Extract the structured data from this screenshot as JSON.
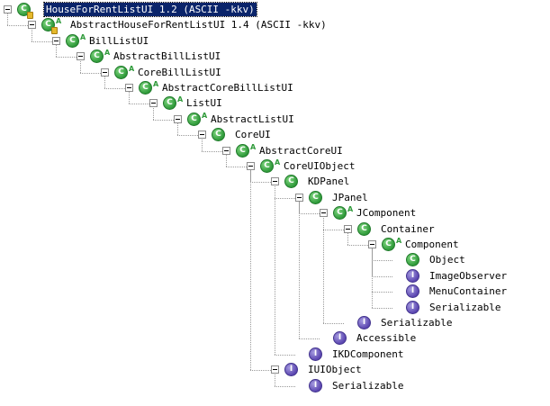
{
  "tree": {
    "nodes": [
      {
        "label": "HouseForRentListUI  1.2  (ASCII -kkv)",
        "kind": "class",
        "abstract": false,
        "final": true,
        "expanded": true,
        "selected": true,
        "depth": 0
      },
      {
        "label": "AbstractHouseForRentListUI  1.4  (ASCII -kkv)",
        "kind": "class",
        "abstract": true,
        "final": true,
        "expanded": true,
        "selected": false,
        "depth": 1
      },
      {
        "label": "BillListUI",
        "kind": "class",
        "abstract": true,
        "final": false,
        "expanded": true,
        "selected": false,
        "depth": 2
      },
      {
        "label": "AbstractBillListUI",
        "kind": "class",
        "abstract": true,
        "final": false,
        "expanded": true,
        "selected": false,
        "depth": 3
      },
      {
        "label": "CoreBillListUI",
        "kind": "class",
        "abstract": true,
        "final": false,
        "expanded": true,
        "selected": false,
        "depth": 4
      },
      {
        "label": "AbstractCoreBillListUI",
        "kind": "class",
        "abstract": true,
        "final": false,
        "expanded": true,
        "selected": false,
        "depth": 5
      },
      {
        "label": "ListUI",
        "kind": "class",
        "abstract": true,
        "final": false,
        "expanded": true,
        "selected": false,
        "depth": 6
      },
      {
        "label": "AbstractListUI",
        "kind": "class",
        "abstract": true,
        "final": false,
        "expanded": true,
        "selected": false,
        "depth": 7
      },
      {
        "label": "CoreUI",
        "kind": "class",
        "abstract": false,
        "final": false,
        "expanded": true,
        "selected": false,
        "depth": 8
      },
      {
        "label": "AbstractCoreUI",
        "kind": "class",
        "abstract": true,
        "final": false,
        "expanded": true,
        "selected": false,
        "depth": 9
      },
      {
        "label": "CoreUIObject",
        "kind": "class",
        "abstract": true,
        "final": false,
        "expanded": true,
        "selected": false,
        "depth": 10
      },
      {
        "label": "KDPanel",
        "kind": "class",
        "abstract": false,
        "final": false,
        "expanded": true,
        "selected": false,
        "depth": 11
      },
      {
        "label": "JPanel",
        "kind": "class",
        "abstract": false,
        "final": false,
        "expanded": true,
        "selected": false,
        "depth": 12
      },
      {
        "label": "JComponent",
        "kind": "class",
        "abstract": true,
        "final": false,
        "expanded": true,
        "selected": false,
        "depth": 13
      },
      {
        "label": "Container",
        "kind": "class",
        "abstract": false,
        "final": false,
        "expanded": true,
        "selected": false,
        "depth": 14
      },
      {
        "label": "Component",
        "kind": "class",
        "abstract": true,
        "final": false,
        "expanded": true,
        "selected": false,
        "depth": 15
      },
      {
        "label": "Object",
        "kind": "class",
        "abstract": false,
        "final": false,
        "expanded": false,
        "selected": false,
        "depth": 16
      },
      {
        "label": "ImageObserver",
        "kind": "interface",
        "abstract": false,
        "final": false,
        "expanded": false,
        "selected": false,
        "depth": 16
      },
      {
        "label": "MenuContainer",
        "kind": "interface",
        "abstract": false,
        "final": false,
        "expanded": false,
        "selected": false,
        "depth": 16
      },
      {
        "label": "Serializable",
        "kind": "interface",
        "abstract": false,
        "final": false,
        "expanded": false,
        "selected": false,
        "depth": 16
      },
      {
        "label": "Serializable",
        "kind": "interface",
        "abstract": false,
        "final": false,
        "expanded": false,
        "selected": false,
        "depth": 14
      },
      {
        "label": "Accessible",
        "kind": "interface",
        "abstract": false,
        "final": false,
        "expanded": false,
        "selected": false,
        "depth": 13
      },
      {
        "label": "IKDComponent",
        "kind": "interface",
        "abstract": false,
        "final": false,
        "expanded": false,
        "selected": false,
        "depth": 12
      },
      {
        "label": "IUIObject",
        "kind": "interface",
        "abstract": false,
        "final": false,
        "expanded": true,
        "selected": false,
        "depth": 11
      },
      {
        "label": "Serializable",
        "kind": "interface",
        "abstract": false,
        "final": false,
        "expanded": false,
        "selected": false,
        "depth": 12
      }
    ]
  },
  "icons": {
    "class": "class-icon",
    "interface": "interface-icon",
    "class_color": "#2f9a3a",
    "interface_color": "#5b46b0",
    "selection_color": "#0a246a"
  }
}
